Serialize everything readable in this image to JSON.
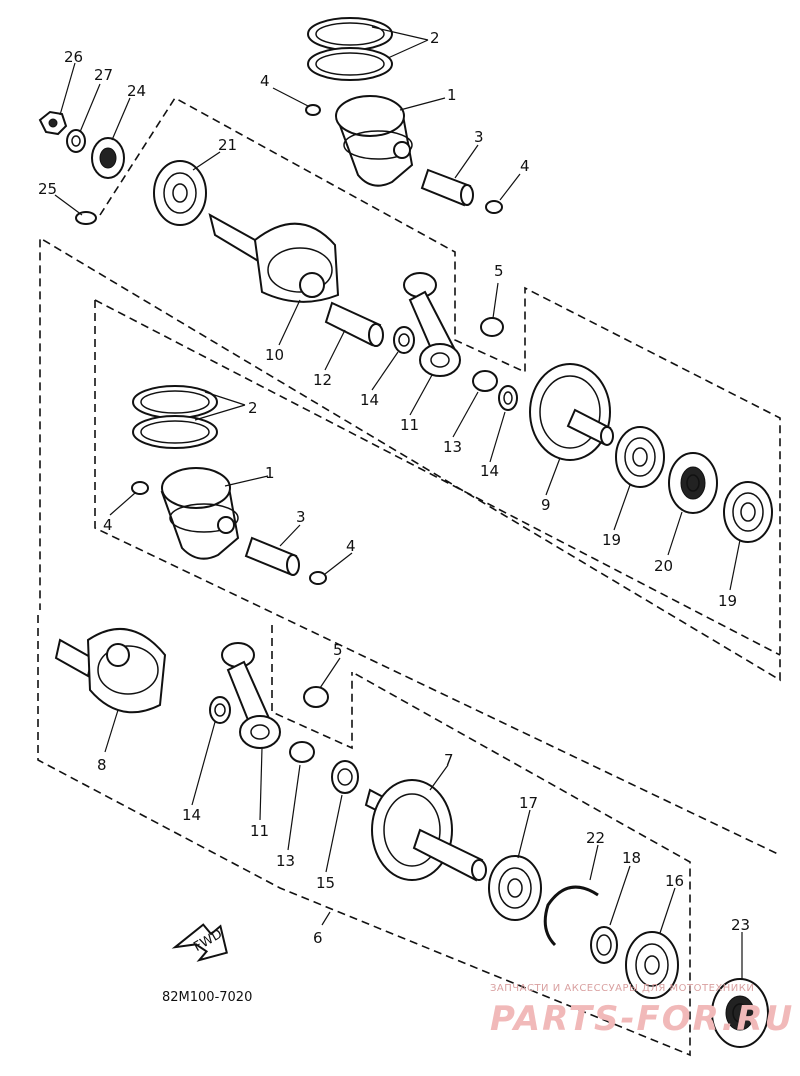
{
  "callouts": [
    {
      "id": "c2a",
      "text": "2"
    },
    {
      "id": "c1a",
      "text": "1"
    },
    {
      "id": "c4a",
      "text": "4"
    },
    {
      "id": "c3a",
      "text": "3"
    },
    {
      "id": "c4b",
      "text": "4"
    },
    {
      "id": "c26",
      "text": "26"
    },
    {
      "id": "c27",
      "text": "27"
    },
    {
      "id": "c24",
      "text": "24"
    },
    {
      "id": "c21",
      "text": "21"
    },
    {
      "id": "c25",
      "text": "25"
    },
    {
      "id": "c5a",
      "text": "5"
    },
    {
      "id": "c10",
      "text": "10"
    },
    {
      "id": "c12",
      "text": "12"
    },
    {
      "id": "c14a",
      "text": "14"
    },
    {
      "id": "c11a",
      "text": "11"
    },
    {
      "id": "c13a",
      "text": "13"
    },
    {
      "id": "c14b",
      "text": "14"
    },
    {
      "id": "c9",
      "text": "9"
    },
    {
      "id": "c19a",
      "text": "19"
    },
    {
      "id": "c20",
      "text": "20"
    },
    {
      "id": "c19b",
      "text": "19"
    },
    {
      "id": "c2b",
      "text": "2"
    },
    {
      "id": "c1b",
      "text": "1"
    },
    {
      "id": "c4c",
      "text": "4"
    },
    {
      "id": "c3b",
      "text": "3"
    },
    {
      "id": "c4d",
      "text": "4"
    },
    {
      "id": "c5b",
      "text": "5"
    },
    {
      "id": "c8",
      "text": "8"
    },
    {
      "id": "c14c",
      "text": "14"
    },
    {
      "id": "c11b",
      "text": "11"
    },
    {
      "id": "c13b",
      "text": "13"
    },
    {
      "id": "c15",
      "text": "15"
    },
    {
      "id": "c7",
      "text": "7"
    },
    {
      "id": "c17",
      "text": "17"
    },
    {
      "id": "c22",
      "text": "22"
    },
    {
      "id": "c18",
      "text": "18"
    },
    {
      "id": "c16",
      "text": "16"
    },
    {
      "id": "c23",
      "text": "23"
    },
    {
      "id": "c6",
      "text": "6"
    }
  ],
  "fwd_label": "FWD",
  "diagram_code": "82M100-7020",
  "watermark": {
    "small_text": "ЗАПЧАСТИ И АКСЕССУАРЫ ДЛЯ МОТОТЕХНИКИ",
    "big_text": "PARTS-FOR.RU",
    "color": "#f1b9b9"
  }
}
